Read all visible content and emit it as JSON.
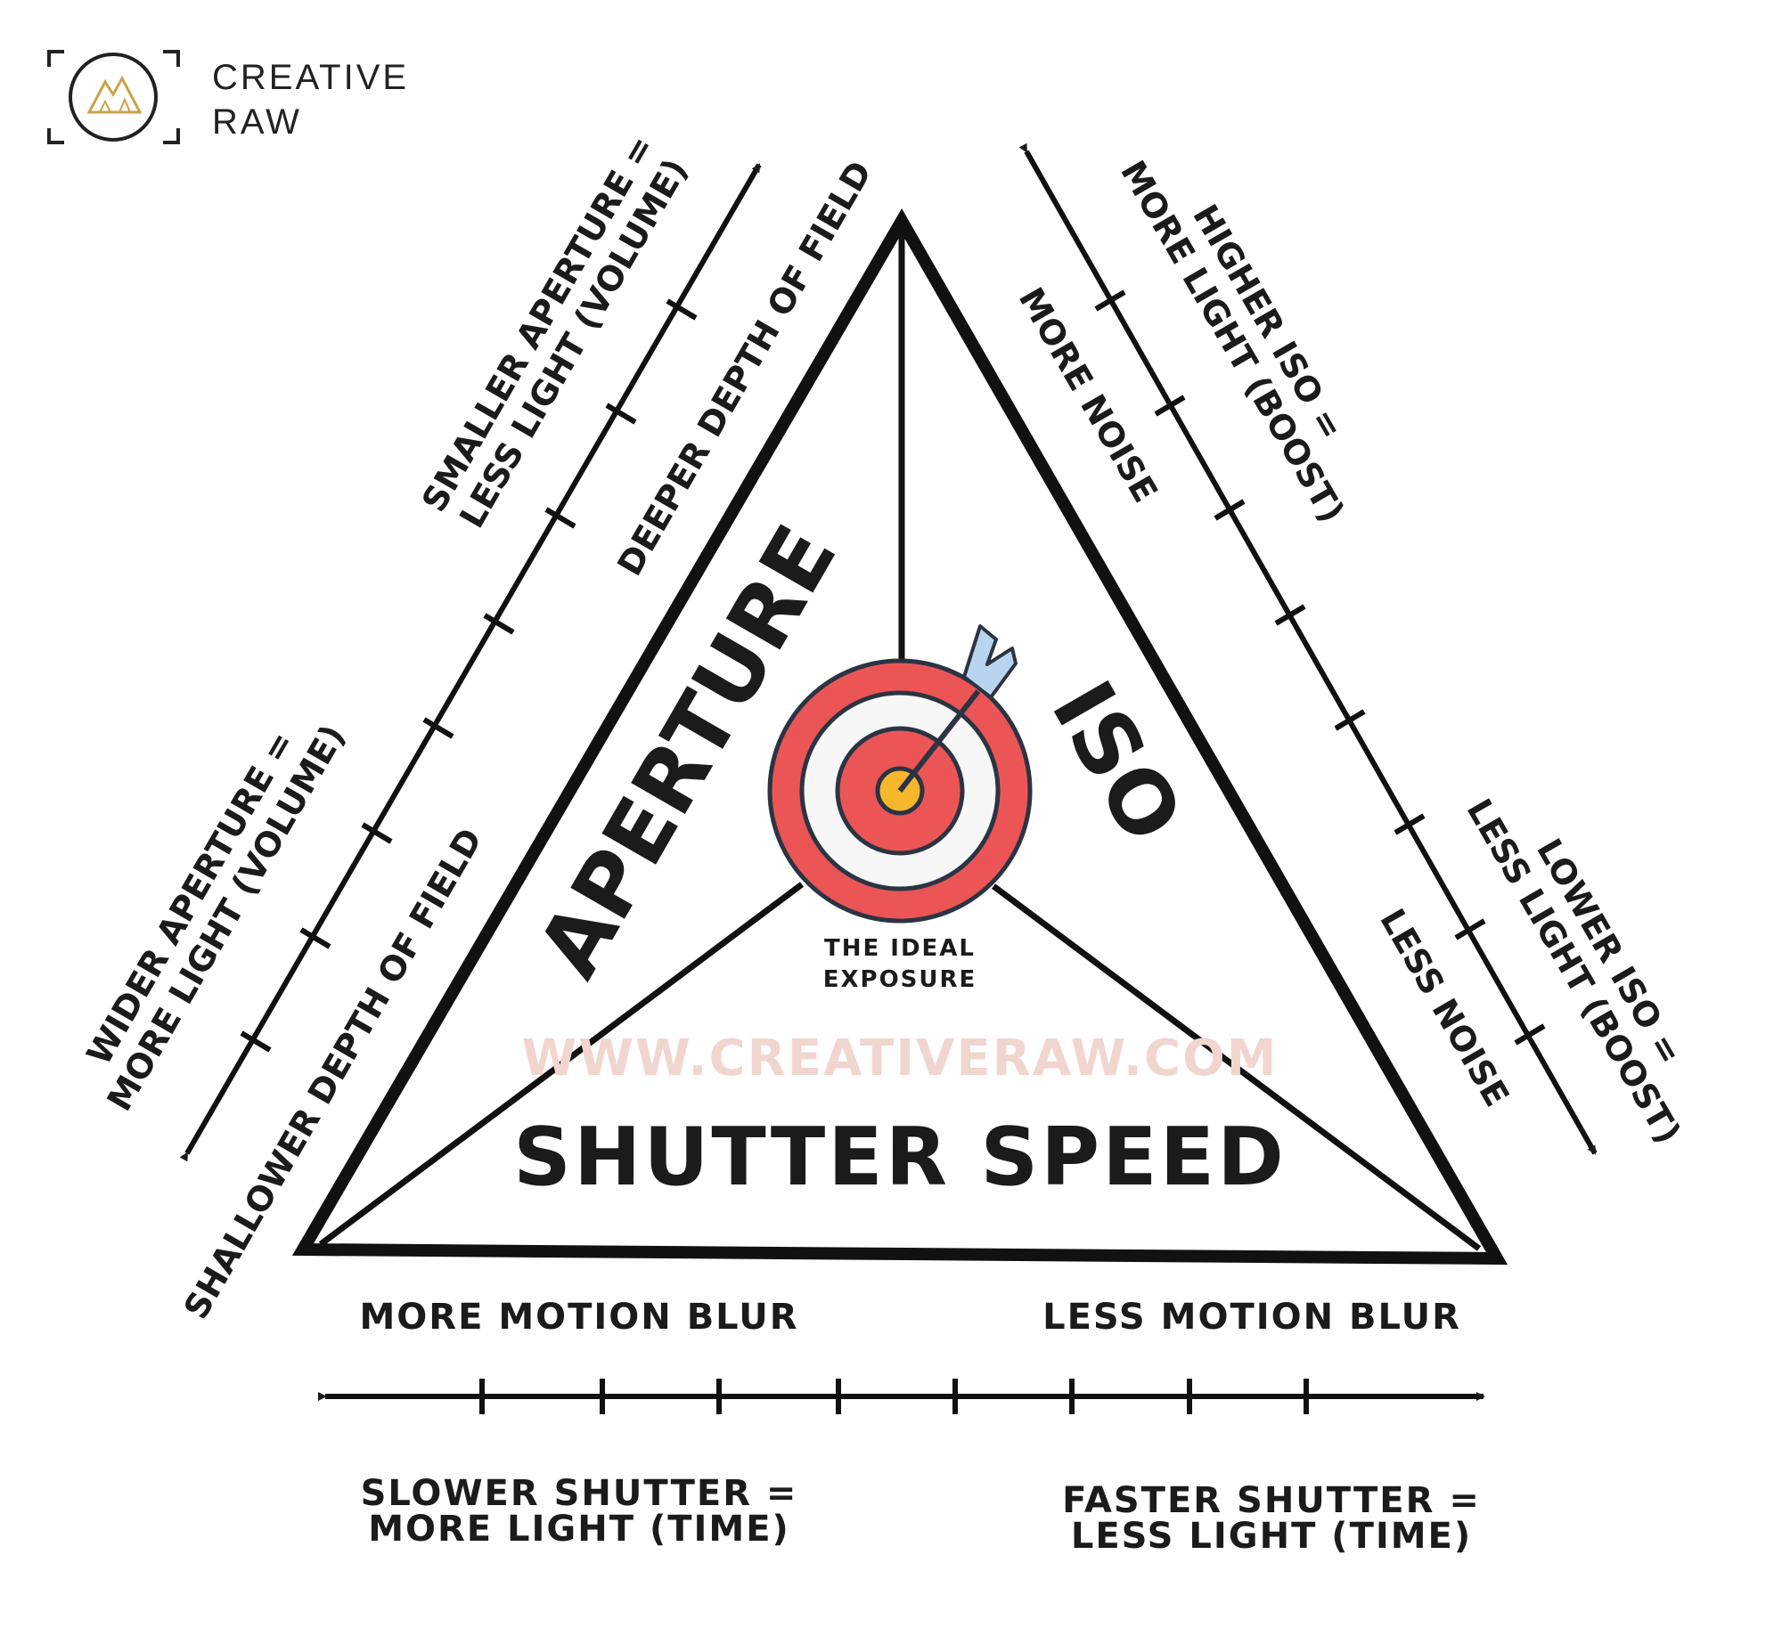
{
  "logo": {
    "line1": "CREATIVE",
    "line2": "RAW",
    "icon": "camera-frame-mountain-icon",
    "accent": "#c9a24a"
  },
  "triangle": {
    "aperture_label": "APERTURE",
    "iso_label": "ISO",
    "shutter_label": "SHUTTER SPEED",
    "center_label_1": "THE IDEAL",
    "center_label_2": "EXPOSURE",
    "watermark": "WWW.CREATIVERAW.COM"
  },
  "aperture_axis": {
    "top_line1": "SMALLER APERTURE =",
    "top_line2": "LESS LIGHT (VOLUME)",
    "top_inner": "DEEPER DEPTH OF FIELD",
    "bottom_line1": "WIDER APERTURE =",
    "bottom_line2": "MORE LIGHT (VOLUME)",
    "bottom_inner": "SHALLOWER DEPTH OF FIELD"
  },
  "iso_axis": {
    "top_line1": "HIGHER ISO =",
    "top_line2": "MORE LIGHT (BOOST)",
    "top_inner": "MORE NOISE",
    "bottom_line1": "LOWER ISO =",
    "bottom_line2": "LESS LIGHT (BOOST)",
    "bottom_inner": "LESS NOISE"
  },
  "shutter_axis": {
    "left_top": "MORE MOTION BLUR",
    "right_top": "LESS MOTION BLUR",
    "left_bottom_line1": "SLOWER SHUTTER =",
    "left_bottom_line2": "MORE LIGHT (TIME)",
    "right_bottom_line1": "FASTER SHUTTER =",
    "right_bottom_line2": "LESS LIGHT (TIME)"
  },
  "target": {
    "icon": "target-arrow-icon",
    "ring_color": "#ec5556",
    "bullseye_color": "#f6b72b",
    "arrow_color": "#b9d4ee"
  }
}
